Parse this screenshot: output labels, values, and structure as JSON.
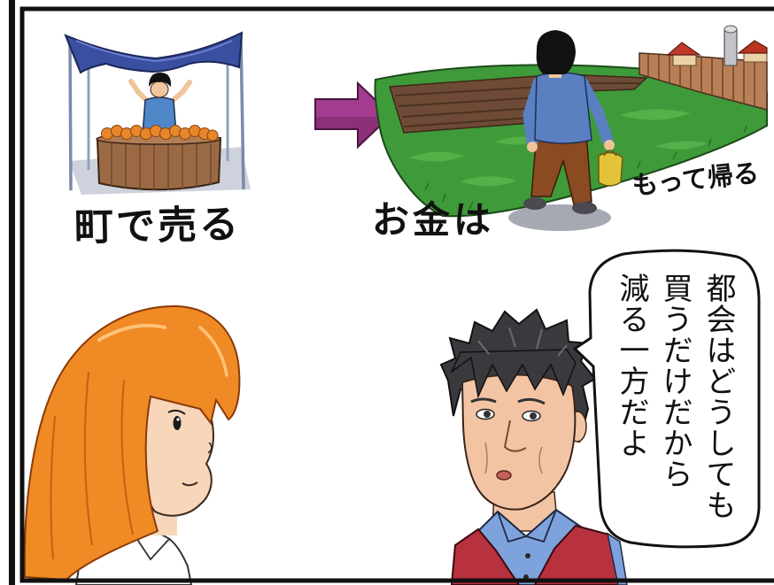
{
  "captions": {
    "sell_in_town": "町で売る",
    "money": "お金は",
    "take_home": "もって帰る"
  },
  "speech_bubble": {
    "lines": [
      "都会はどうしても",
      "買うだけだから",
      "減る一方だよ"
    ]
  },
  "colors": {
    "tent_canopy": "#3b4fa0",
    "arrow": "#a23c8e",
    "field_grass": "#3f9a3a",
    "girl_hair": "#f08a25",
    "man_vest": "#b8313f"
  }
}
